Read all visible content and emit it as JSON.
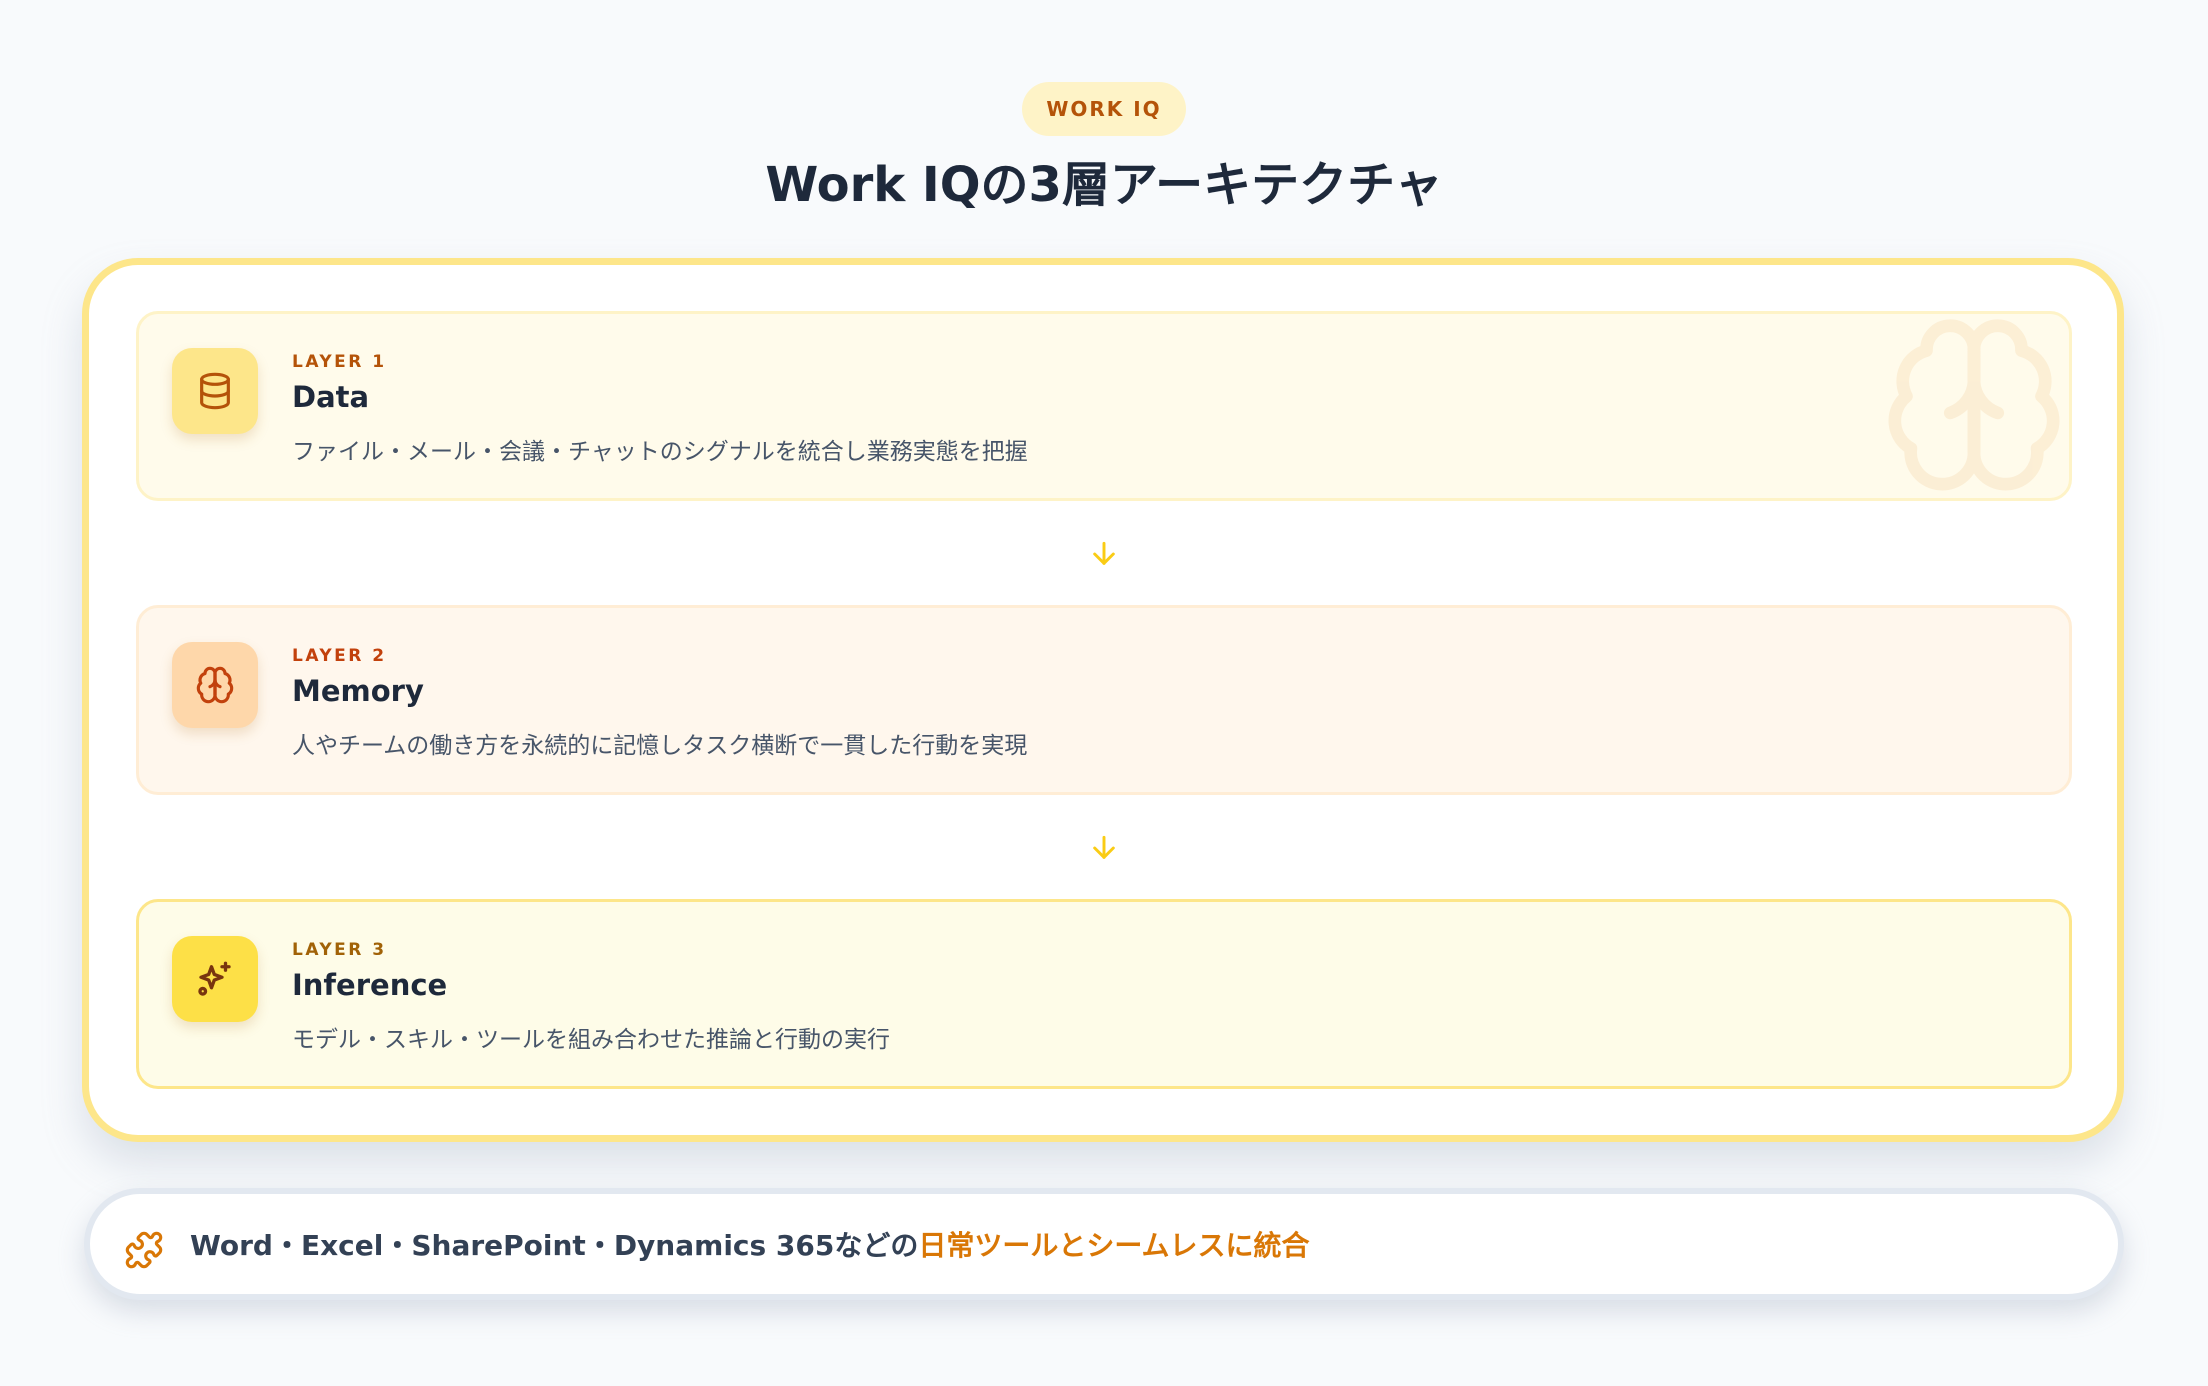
{
  "badge": "WORK IQ",
  "title": "Work IQの3層アーキテクチャ",
  "layers": [
    {
      "kicker": "LAYER 1",
      "name": "Data",
      "description": "ファイル・メール・会議・チャットのシグナルを統合し業務実態を把握",
      "icon": "database-icon"
    },
    {
      "kicker": "LAYER 2",
      "name": "Memory",
      "description": "人やチームの働き方を永続的に記憶しタスク横断で一貫した行動を実現",
      "icon": "brain-icon"
    },
    {
      "kicker": "LAYER 3",
      "name": "Inference",
      "description": "モデル・スキル・ツールを組み合わせた推論と行動の実行",
      "icon": "sparkles-icon"
    }
  ],
  "integration": {
    "icon": "puzzle-icon",
    "text": "Word・Excel・SharePoint・Dynamics 365などの",
    "highlight": "日常ツールとシームレスに統合"
  },
  "colors": {
    "accent": "#d97706",
    "card_border": "#fde68a",
    "layer1_bg": "#fffbeb",
    "layer2_bg": "#fff7ed",
    "layer3_bg": "#fefce8",
    "arrow": "#facc15"
  }
}
